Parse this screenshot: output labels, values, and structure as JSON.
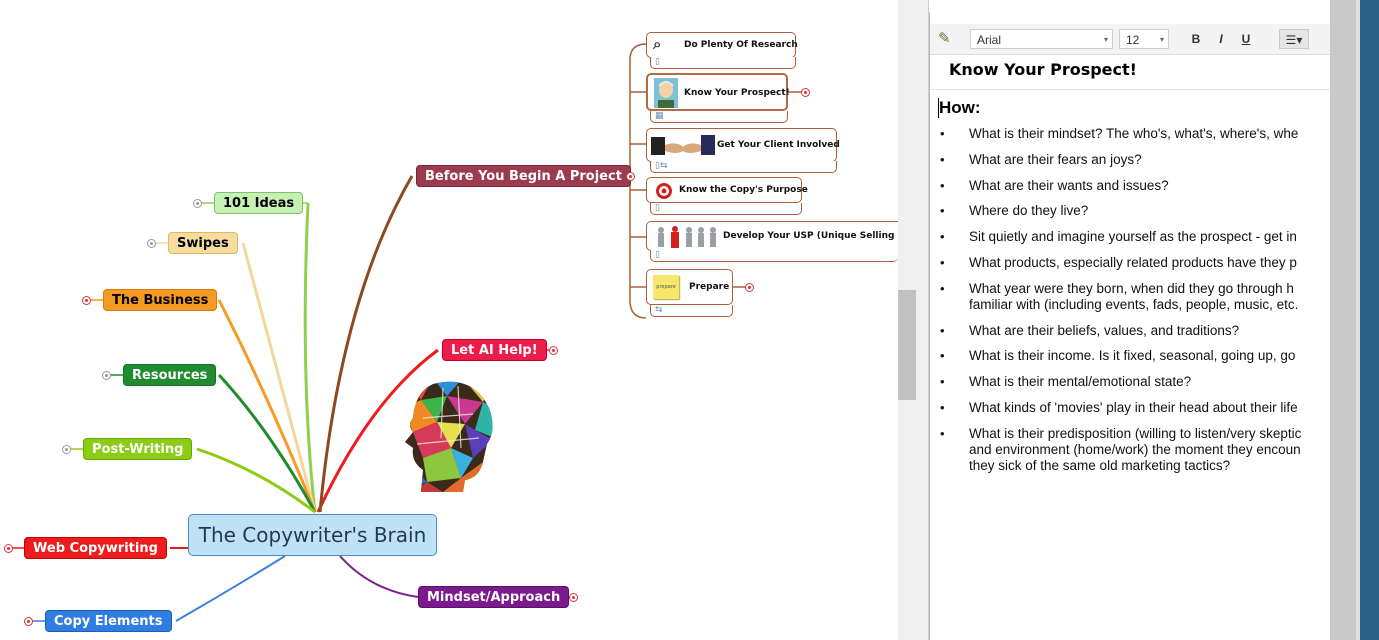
{
  "mindmap": {
    "central": "The Copywriter's Brain",
    "branches": [
      {
        "id": "ideas",
        "label": "101 Ideas",
        "bg": "#c6f0b4",
        "border": "#7bc36a",
        "text": "dark-text",
        "link": "#8fd14f"
      },
      {
        "id": "swipes",
        "label": "Swipes",
        "bg": "#f7dca0",
        "border": "#e0b85e",
        "text": "dark-text",
        "link": "#f5d59c"
      },
      {
        "id": "business",
        "label": "The Business",
        "bg": "#f59a23",
        "border": "#d97c00",
        "text": "dark-text",
        "link": "#f59a23"
      },
      {
        "id": "resources",
        "label": "Resources",
        "bg": "#1e8c2f",
        "border": "#16702a",
        "text": "light-text",
        "link": "#1e8c2f"
      },
      {
        "id": "postwriting",
        "label": "Post-Writing",
        "bg": "#8ccc14",
        "border": "#6aa800",
        "text": "light-text",
        "link": "#8ccc14"
      },
      {
        "id": "webcopy",
        "label": "Web Copywriting",
        "bg": "#ee1c1c",
        "border": "#c40000",
        "text": "light-text",
        "link": "#d71f1f"
      },
      {
        "id": "copyelements",
        "label": "Copy Elements",
        "bg": "#2f7de1",
        "border": "#1d5fb5",
        "text": "light-text",
        "link": "#3d7fdc"
      },
      {
        "id": "mindset",
        "label": "Mindset/Approach",
        "bg": "#7b1a8c",
        "border": "#5e0f6d",
        "text": "light-text",
        "link": "#7b1a8c"
      },
      {
        "id": "aihelp",
        "label": "Let AI Help!",
        "bg": "#ee1c4a",
        "border": "#c4002a",
        "text": "light-text",
        "link": "#ee1c1c"
      },
      {
        "id": "before",
        "label": "Before You Begin A Project",
        "bg": "#9a3b4e",
        "border": "#7a2236",
        "text": "light-text",
        "link": "#8b4a1e"
      }
    ],
    "subtopics": [
      {
        "id": "research",
        "label": "Do Plenty Of Research",
        "icon": "magnifier-icon"
      },
      {
        "id": "prospect",
        "label": "Know Your Prospect!",
        "icon": "man-portrait-icon"
      },
      {
        "id": "client",
        "label": "Get Your Client Involved",
        "icon": "handshake-icon"
      },
      {
        "id": "purpose",
        "label": "Know the Copy's Purpose",
        "icon": "target-icon"
      },
      {
        "id": "usp",
        "label": "Develop Your USP (Unique Selling Pro",
        "icon": "people-icon"
      },
      {
        "id": "prepare",
        "label": "Prepare",
        "icon": "sticky-note-icon",
        "sticky_text": "prepare"
      }
    ]
  },
  "notes": {
    "toolbar": {
      "font": "Arial",
      "size": "12",
      "bold": "B",
      "italic": "I",
      "underline": "U"
    },
    "title": "Know Your Prospect!",
    "heading": "How:",
    "bullets": [
      "What is their mindset? The who's, what's, where's, whe",
      "What are their fears an joys?",
      "What are their wants and issues?",
      "Where do they live?",
      "Sit quietly and imagine yourself as the prospect - get in",
      "What products, especially related products have they p",
      "What year were they born, when did they go through h\nfamiliar with (including events, fads, people, music, etc.",
      "What are their beliefs, values, and traditions?",
      "What is their income. Is it fixed, seasonal, going up, go",
      "What is their mental/emotional state?",
      "What kinds of 'movies' play in their head about their life",
      "What is their predisposition (willing to listen/very skeptic\nand environment (home/work) the moment they encoun\nthey sick of the same old marketing tactics?"
    ]
  }
}
